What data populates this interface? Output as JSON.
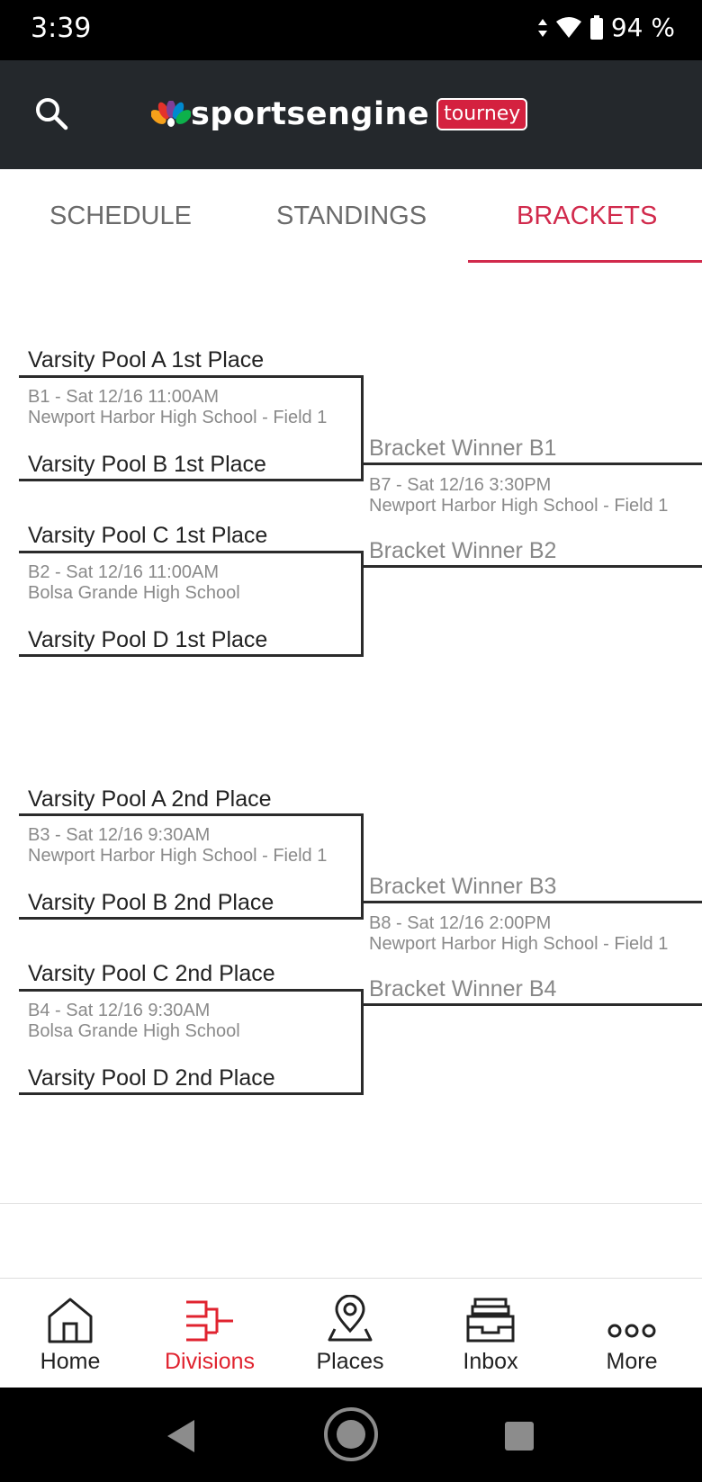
{
  "status_bar": {
    "time": "3:39",
    "battery": "94 %"
  },
  "app_bar": {
    "brand": "sportsengine",
    "badge": "tourney"
  },
  "tabs": [
    {
      "label": "SCHEDULE"
    },
    {
      "label": "STANDINGS"
    },
    {
      "label": "BRACKETS"
    }
  ],
  "brackets": [
    {
      "games": [
        {
          "top_team": "Varsity Pool A 1st Place",
          "info1": "B1 - Sat 12/16 11:00AM",
          "info2": "Newport Harbor High School - Field 1",
          "bottom_team": "Varsity Pool B 1st Place"
        },
        {
          "top_team": "Varsity Pool C 1st Place",
          "info1": "B2 - Sat 12/16 11:00AM",
          "info2": "Bolsa Grande High School",
          "bottom_team": "Varsity Pool D 1st Place"
        }
      ],
      "final": {
        "top": "Bracket Winner B1",
        "info1": "B7 - Sat 12/16 3:30PM",
        "info2": "Newport Harbor High School - Field 1",
        "bottom": "Bracket Winner B2"
      }
    },
    {
      "games": [
        {
          "top_team": "Varsity Pool A 2nd Place",
          "info1": "B3 - Sat 12/16 9:30AM",
          "info2": "Newport Harbor High School - Field 1",
          "bottom_team": "Varsity Pool B 2nd Place"
        },
        {
          "top_team": "Varsity Pool C 2nd Place",
          "info1": "B4 - Sat 12/16 9:30AM",
          "info2": "Bolsa Grande High School",
          "bottom_team": "Varsity Pool D 2nd Place"
        }
      ],
      "final": {
        "top": "Bracket Winner B3",
        "info1": "B8 - Sat 12/16 2:00PM",
        "info2": "Newport Harbor High School - Field 1",
        "bottom": "Bracket Winner B4"
      }
    }
  ],
  "bottom_nav": [
    {
      "label": "Home",
      "icon": "home-icon"
    },
    {
      "label": "Divisions",
      "icon": "bracket-icon"
    },
    {
      "label": "Places",
      "icon": "map-pin-icon"
    },
    {
      "label": "Inbox",
      "icon": "inbox-icon"
    },
    {
      "label": "More",
      "icon": "more-dots-icon"
    }
  ],
  "colors": {
    "accent": "#d12a4c",
    "nav_active": "#e0232f",
    "header_bg": "#24282c"
  }
}
